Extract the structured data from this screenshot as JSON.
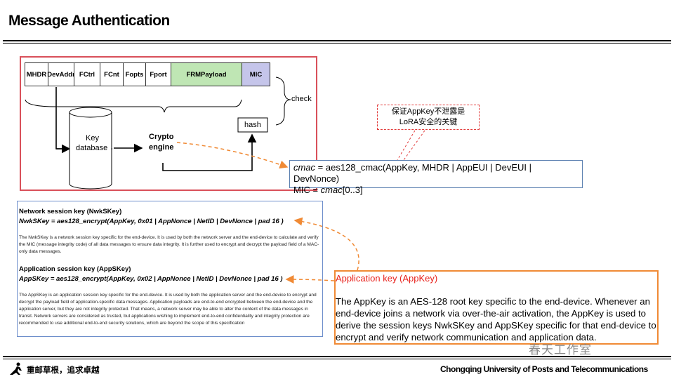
{
  "title": "Message Authentication",
  "frame_fields": [
    "MHDR",
    "DevAddr",
    "FCtrl",
    "FCnt",
    "Fopts",
    "Fport",
    "FRMPayload",
    "MIC"
  ],
  "colors": {
    "frmpayload": "#bfe6b4",
    "mic": "#c5c5ea",
    "frame_border": "#d9505a",
    "accent_orange": "#f08a35",
    "note_red": "#e23c3c",
    "box_blue": "#6d8ecb"
  },
  "diagram": {
    "check_label": "check",
    "hash_label": "hash",
    "key_db_label_1": "Key",
    "key_db_label_2": "database",
    "crypto_label_1": "Crypto",
    "crypto_label_2": "engine"
  },
  "cmac": {
    "line1_var": "cmac",
    "line1_rest": " = aes128_cmac(AppKey, MHDR | AppEUI | DevEUI | DevNonce)",
    "line2_prefix": "MIC = ",
    "line2_var": "cmac",
    "line2_rest": "[0..3]"
  },
  "note": {
    "line1": "保证AppKey不泄露是",
    "line2": "LoRA安全的关键"
  },
  "session": {
    "nwk_heading": "Network session key (NwkSKey)",
    "nwk_formula": "NwkSKey = aes128_encrypt(AppKey, 0x01 | AppNonce | NetID | DevNonce | pad 16 )",
    "nwk_text": "The NwkSKey is a network session key specific for the end-device. It is used by both the network server and the end-device to calculate and verify the MIC (message integrity code) of all data messages to ensure data integrity. It is further used to encrypt and decrypt the payload field of a MAC-only data messages.",
    "app_heading": "Application session key (AppSKey)",
    "app_formula": "AppSKey = aes128_encrypt(AppKey, 0x02 | AppNonce | NetID | DevNonce | pad 16 )",
    "app_text": "The AppSKey is an application session key specific for the end-device. It is used by both the application server and the end-device to encrypt and decrypt the payload field of application-specific data messages. Application payloads are end-to-end encrypted between the end-device and the application server, but they are not integrity protected. That means, a network server may be able to alter the content of the data messages in transit. Network servers are considered as trusted, but applications wishing to implement end-to-end confidentiality and integrity protection are recommended to use additional end-to-end security solutions, which are beyond the scope of this specification"
  },
  "appkey": {
    "title": "Application key (AppKey)",
    "body": "The AppKey is an AES-128 root key specific to the end-device. Whenever an end-device joins a network via over-the-air activation, the AppKey is used to derive the session keys NwkSKey and AppSKey specific for that end-device to encrypt and verify network communication and application data."
  },
  "watermark": "春天工作室",
  "footer": {
    "left": "重邮草根，追求卓越",
    "right": "Chongqing University of Posts and Telecommunications"
  }
}
